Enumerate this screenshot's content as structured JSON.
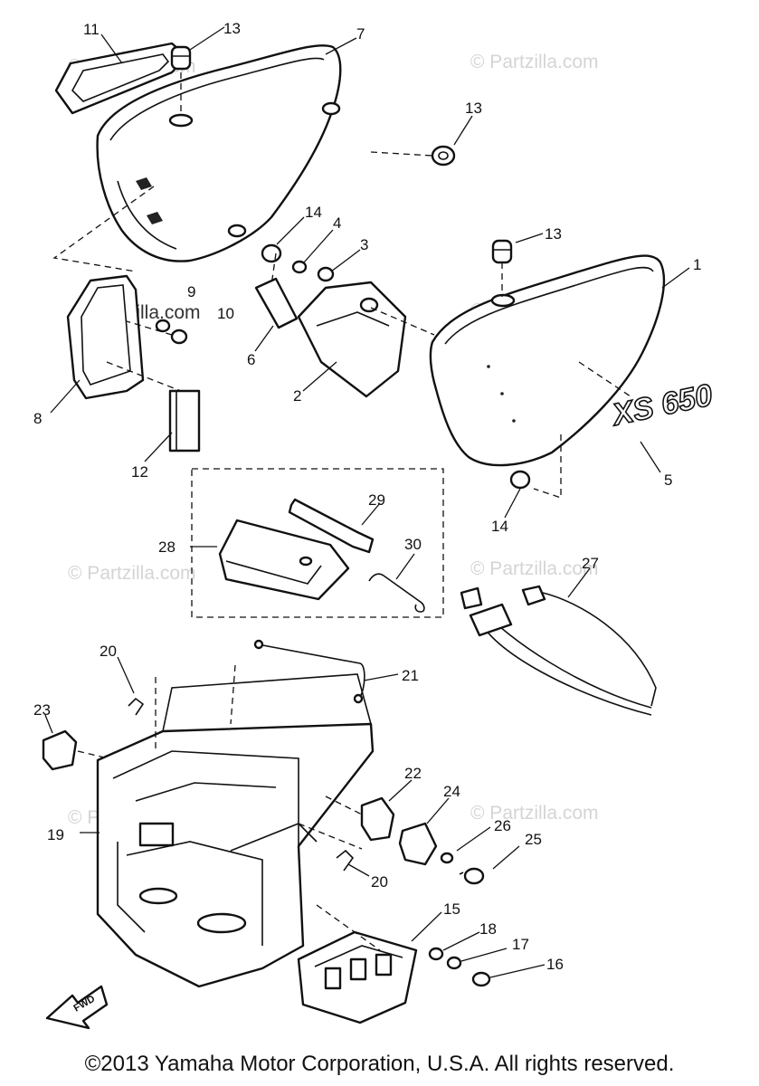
{
  "watermark": {
    "text": "© Partzilla.com"
  },
  "callouts": [
    "11",
    "13",
    "7",
    "13",
    "14",
    "4",
    "3",
    "13",
    "1",
    "9",
    "10",
    "6",
    "2",
    "8",
    "12",
    "5",
    "14",
    "29",
    "28",
    "30",
    "27",
    "20",
    "21",
    "23",
    "22",
    "24",
    "26",
    "25",
    "19",
    "20",
    "15",
    "18",
    "17",
    "16"
  ],
  "decal_text": "XS 650",
  "fwd_label": "FWD",
  "copyright": "©2013  Yamaha Motor Corporation, U.S.A. All rights reserved."
}
